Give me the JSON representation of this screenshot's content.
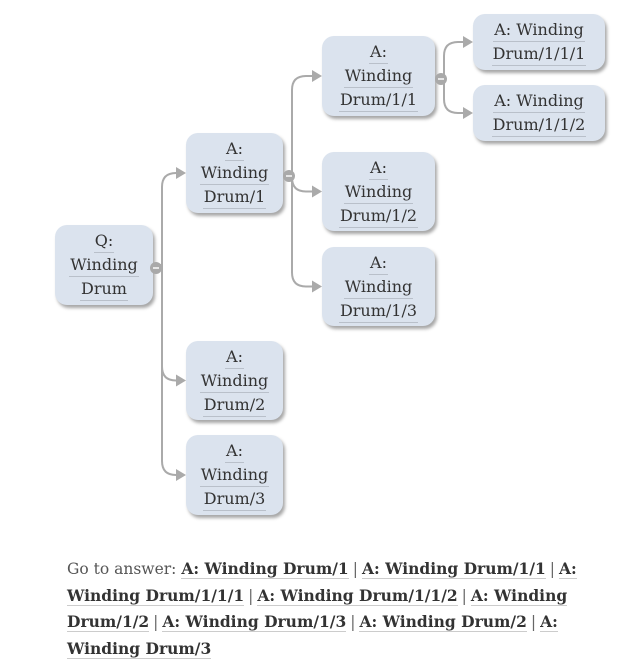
{
  "diagram": {
    "root": {
      "id": "q",
      "lines": [
        "Q:",
        "Winding",
        "Drum"
      ]
    },
    "nodes": [
      {
        "id": "a1",
        "parent": "q",
        "lines": [
          "A:",
          "Winding",
          "Drum/1"
        ]
      },
      {
        "id": "a11",
        "parent": "a1",
        "lines": [
          "A:",
          "Winding",
          "Drum/1/1"
        ]
      },
      {
        "id": "a111",
        "parent": "a11",
        "lines": [
          "A: Winding",
          "Drum/1/1/1"
        ]
      },
      {
        "id": "a112",
        "parent": "a11",
        "lines": [
          "A: Winding",
          "Drum/1/1/2"
        ]
      },
      {
        "id": "a12",
        "parent": "a1",
        "lines": [
          "A:",
          "Winding",
          "Drum/1/2"
        ]
      },
      {
        "id": "a13",
        "parent": "a1",
        "lines": [
          "A:",
          "Winding",
          "Drum/1/3"
        ]
      },
      {
        "id": "a2",
        "parent": "q",
        "lines": [
          "A:",
          "Winding",
          "Drum/2"
        ]
      },
      {
        "id": "a3",
        "parent": "q",
        "lines": [
          "A:",
          "Winding",
          "Drum/3"
        ]
      }
    ],
    "colors": {
      "node_fill": "#dbe3ee",
      "edge": "#aaaaaa",
      "toggle": "#a9a9a9"
    }
  },
  "footer": {
    "prefix": "Go to answer:",
    "separator": "|",
    "links": [
      "A: Winding Drum/1",
      "A: Winding Drum/1/1",
      "A: Winding Drum/1/1/1",
      "A: Winding Drum/1/1/2",
      "A: Winding Drum/1/2",
      "A: Winding Drum/1/3",
      "A: Winding Drum/2",
      "A: Winding Drum/3"
    ]
  }
}
